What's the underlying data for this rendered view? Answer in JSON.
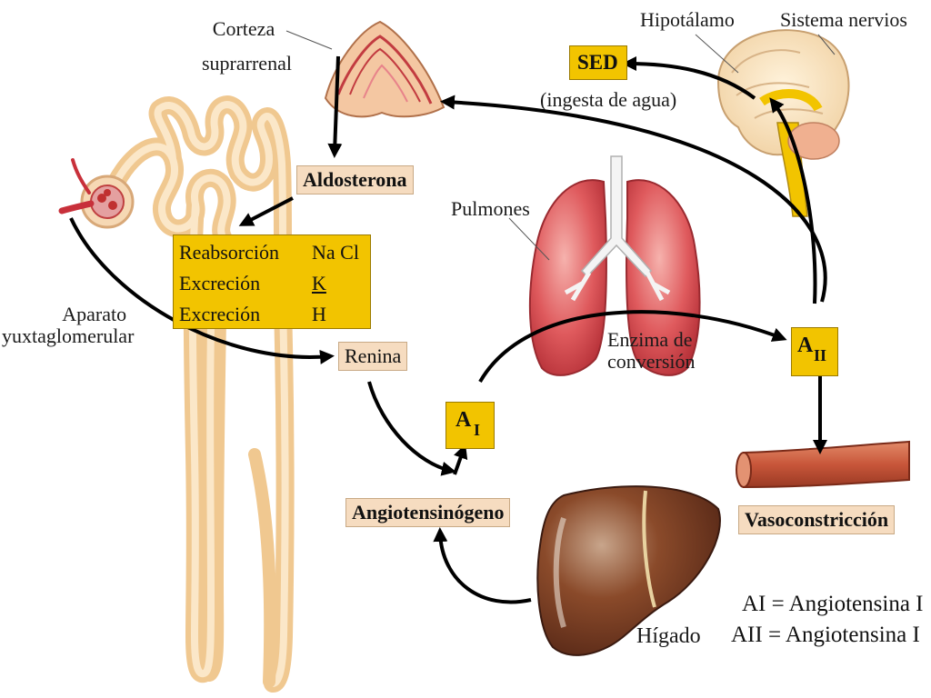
{
  "labels": {
    "corteza_line1": "Corteza",
    "corteza_line2": "suprarrenal",
    "hipotalamo": "Hipotálamo",
    "sistema_nervioso": "Sistema nervios",
    "sed": "SED",
    "ingesta": "(ingesta de agua)",
    "aldosterona": "Aldosterona",
    "pulmones": "Pulmones",
    "aparato_line1": "Aparato",
    "aparato_line2": "yuxtaglomerular",
    "renina": "Renina",
    "enzima_line1": "Enzima de",
    "enzima_line2": "conversión",
    "a1_letter": "A",
    "a1_sub": "I",
    "a2_letter": "A",
    "a2_sub": "II",
    "angiotensinogeno": "Angiotensinógeno",
    "vasoconstriccion": "Vasoconstricción",
    "higado": "Hígado"
  },
  "reabsorcion_box": {
    "rows": [
      {
        "label": "Reabsorción",
        "ion": "Na Cl"
      },
      {
        "label": "Excreción",
        "ion": "K"
      },
      {
        "label": "Excreción",
        "ion": "H"
      }
    ]
  },
  "legend": {
    "line1": "AI = Angiotensina I",
    "line2": "AII = Angiotensina I"
  },
  "colors": {
    "yellow_box": "#f2c400",
    "tan_box": "#f6dcc0",
    "nephron": "#f3c98f",
    "lung": "#d94a4f",
    "liver": "#7a3b22",
    "vessel": "#c8563a"
  }
}
